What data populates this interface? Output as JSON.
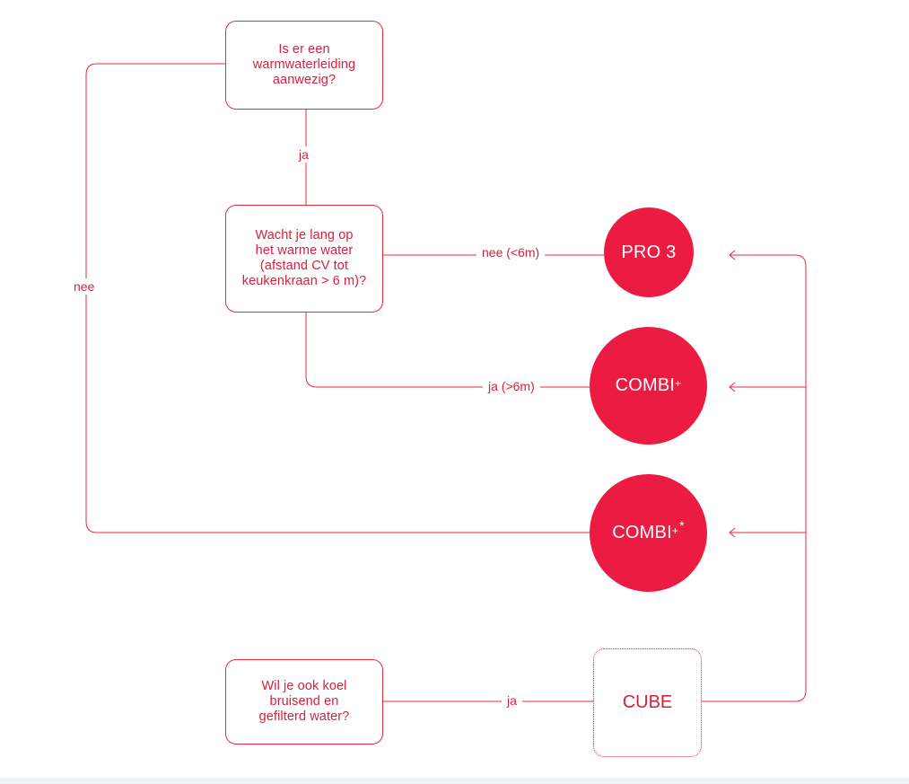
{
  "questions": {
    "q1": "Is er een\nwarmwaterleiding\naanwezig?",
    "q2": "Wacht je lang op\nhet warme water\n(afstand CV tot\nkeukenkraan > 6 m)?",
    "q3": "Wil je ook koel\nbruisend en\ngefilterd water?"
  },
  "labels": {
    "ja_q1_q2": "ja",
    "nee_left": "nee",
    "nee_short": "nee (<6m)",
    "ja_long": "ja (>6m)",
    "ja_cube": "ja"
  },
  "products": {
    "pro3": "PRO 3",
    "combi_plus_base": "COMBI",
    "combi_plus_sup": "+",
    "combi_plus_star_base": "COMBI",
    "combi_plus_star_sup": "+",
    "combi_plus_star_mark": "*",
    "cube": "CUBE"
  },
  "colors": {
    "accent": "#ec1b42",
    "line": "#e8283f",
    "text": "#d81f3c"
  }
}
